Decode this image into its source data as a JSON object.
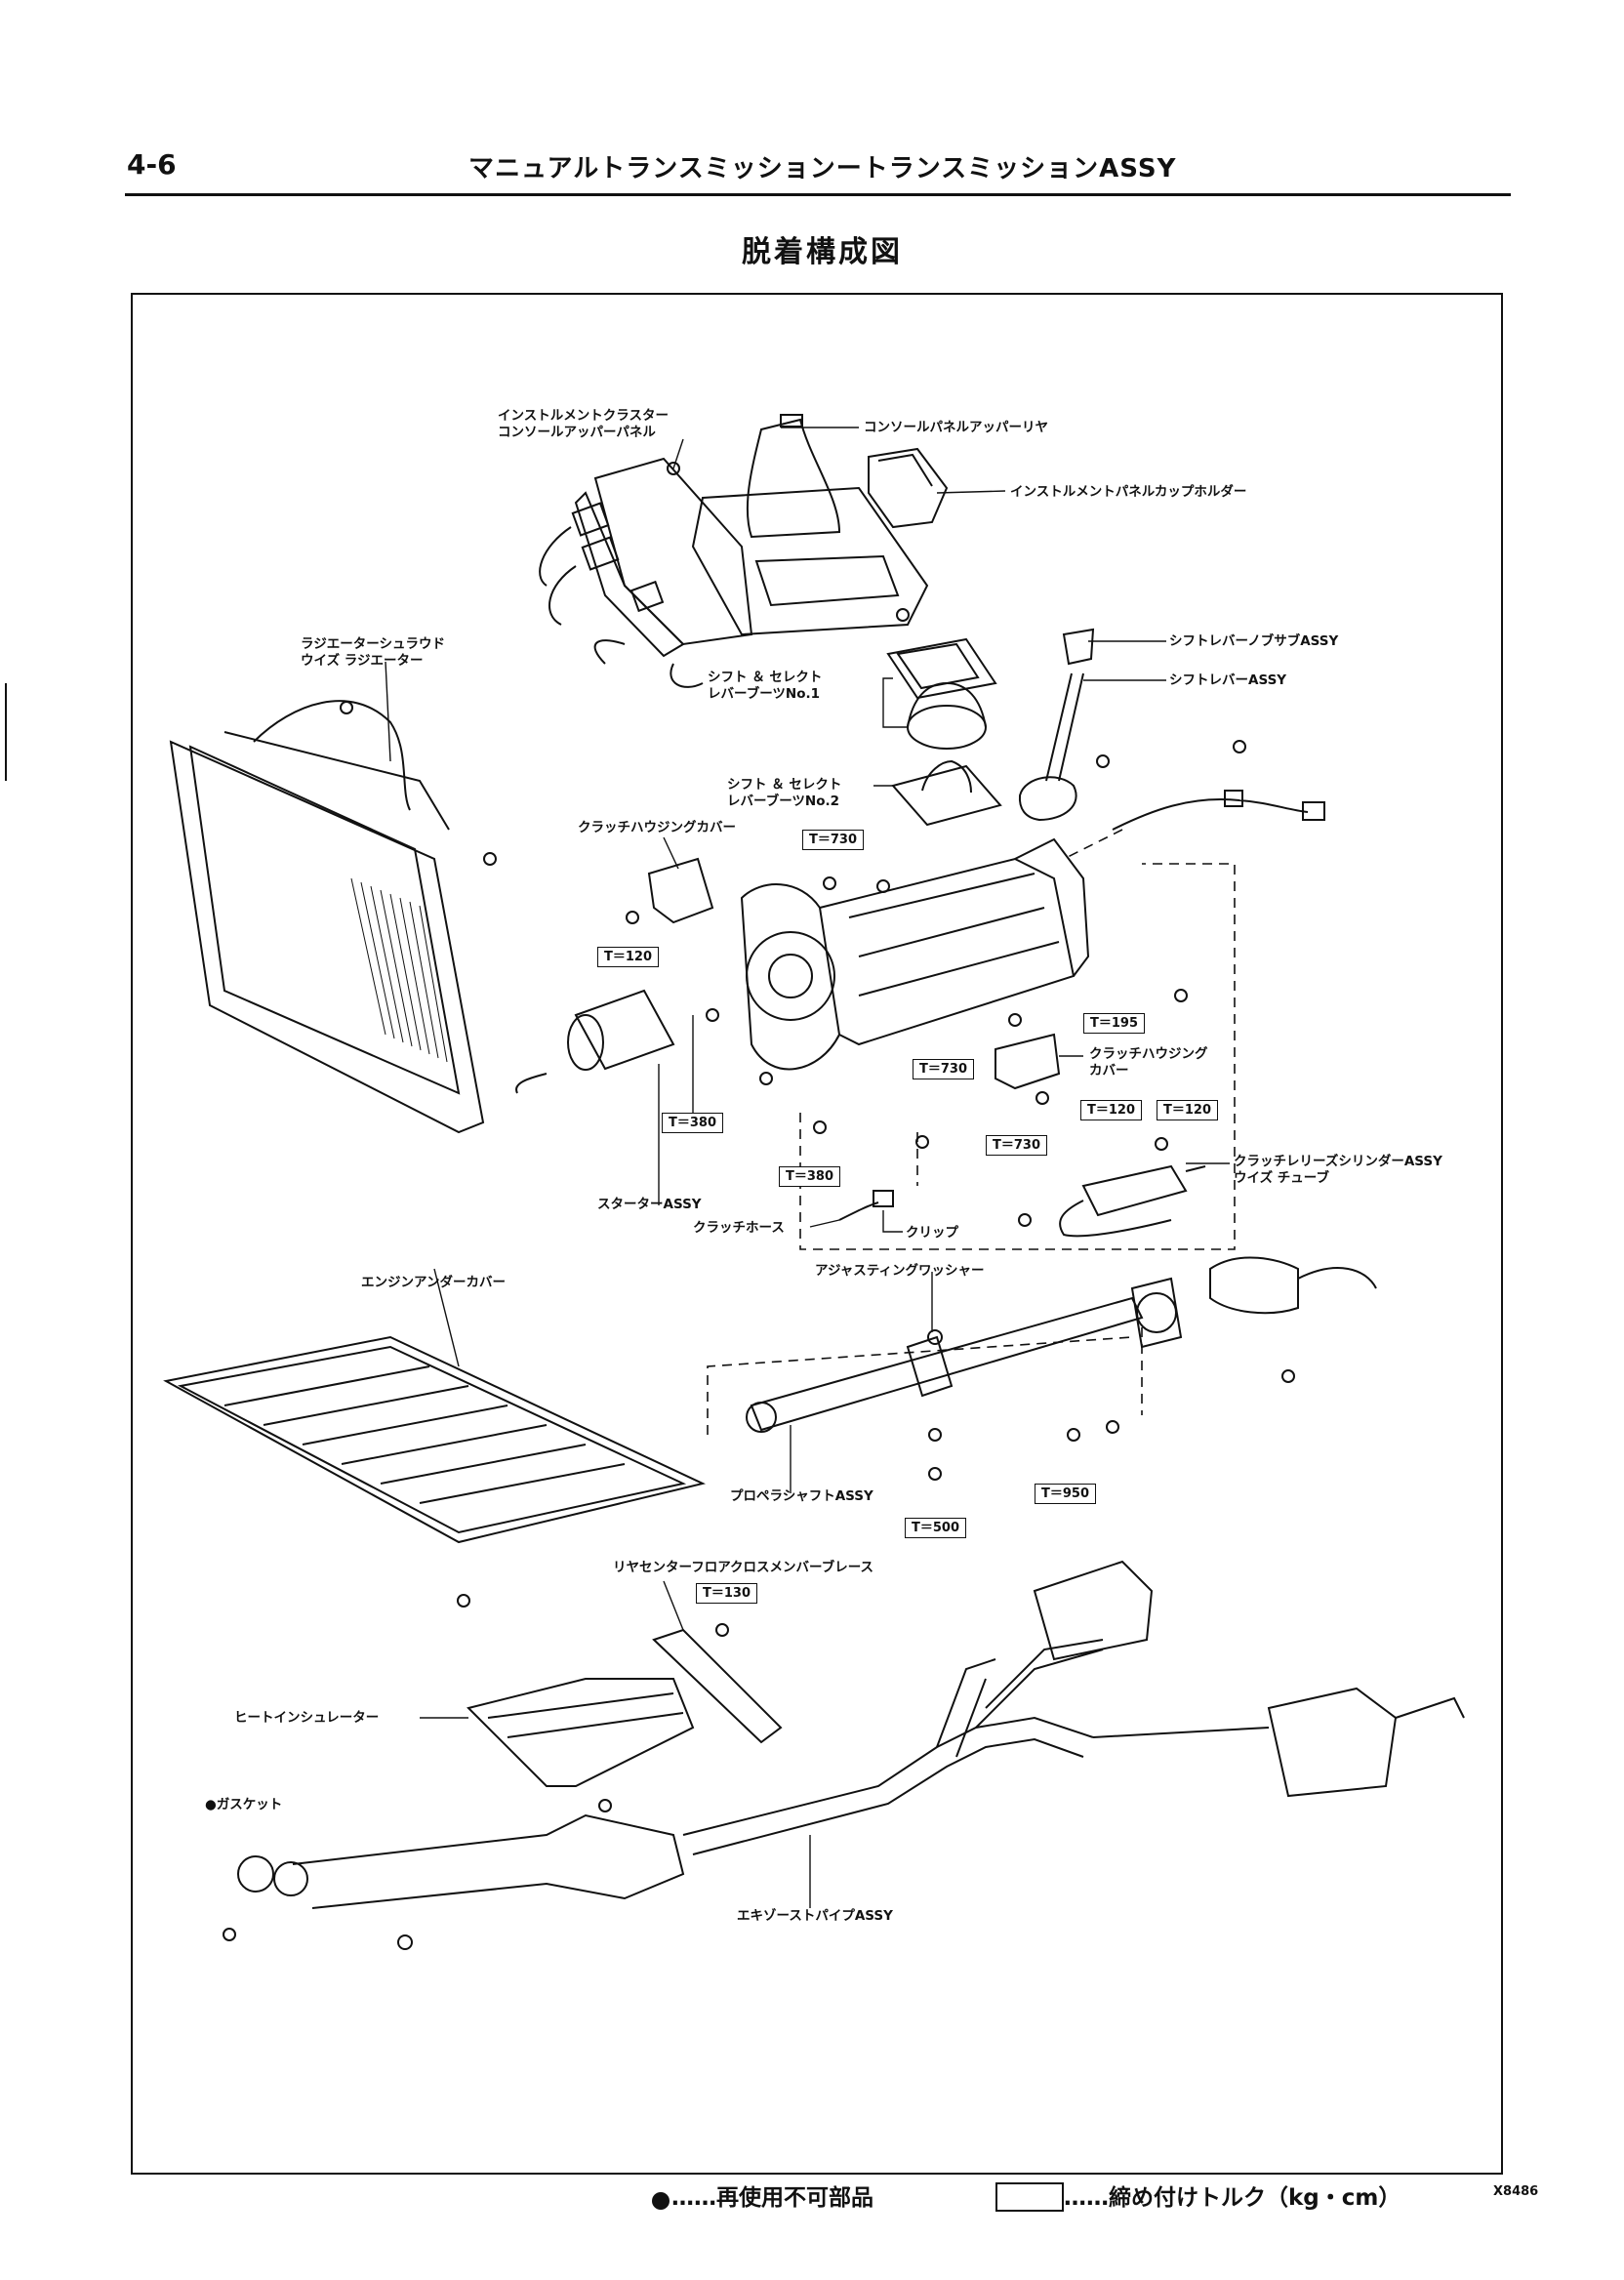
{
  "header": {
    "page_number": "4-6",
    "title": "マニュアルトランスミッションートランスミッションASSY"
  },
  "section_title": "脱着構成図",
  "labels": {
    "cluster_panel": [
      "インストルメントクラスター",
      "コンソールアッパーパネル"
    ],
    "console_panel_upper_rear": "コンソールパネルアッパーリヤ",
    "cup_holder": "インストルメントパネルカップホルダー",
    "radiator_shroud": [
      "ラジエーターシュラウド",
      "ウイズ ラジエーター"
    ],
    "shift_knob": "シフトレバーノブサブASSY",
    "shift_lever": "シフトレバーASSY",
    "boot1": [
      "シフト ＆ セレクト",
      "レバーブーツNo.1"
    ],
    "boot2": [
      "シフト ＆ セレクト",
      "レバーブーツNo.2"
    ],
    "clutch_housing_cover_left": "クラッチハウジングカバー",
    "clutch_housing_cover_right": [
      "クラッチハウジング",
      "カバー"
    ],
    "starter": "スターターASSY",
    "clutch_hose": "クラッチホース",
    "clip": "クリップ",
    "release_cylinder": [
      "クラッチレリーズシリンダーASSY",
      "ウイズ チューブ"
    ],
    "adjusting_washer": "アジャスティングワッシャー",
    "engine_under_cover": "エンジンアンダーカバー",
    "propeller_shaft": "プロペラシャフトASSY",
    "rear_center_brace": "リヤセンターフロアクロスメンバーブレース",
    "heat_insulator": "ヒートインシュレーター",
    "gasket": "●ガスケット",
    "exhaust_pipe": "エキゾーストパイプASSY"
  },
  "torque": {
    "t730_top": "T＝730",
    "t120_left": "T＝120",
    "t195": "T＝195",
    "t730_mid": "T＝730",
    "t380_a": "T＝380",
    "t380_b": "T＝380",
    "t120_a": "T＝120",
    "t120_b": "T＝120",
    "t730_low": "T＝730",
    "t500": "T＝500",
    "t950": "T＝950",
    "t130": "T＝130"
  },
  "legend": {
    "non_reusable": "……再使用不可部品",
    "torque": "……締め付けトルク（kg・cm）"
  },
  "figure_code": "X8486"
}
